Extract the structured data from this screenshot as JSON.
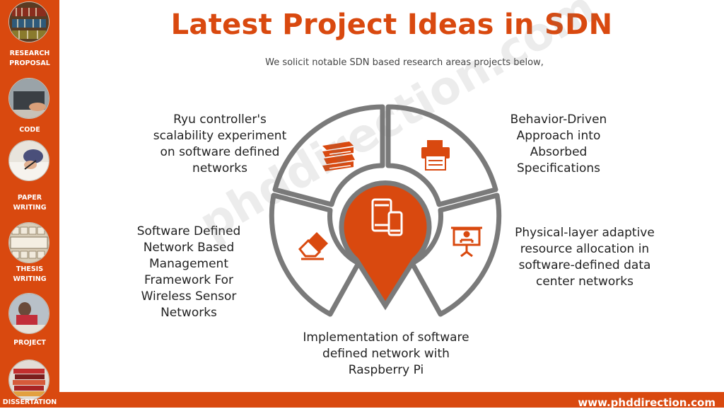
{
  "sidebar": {
    "items": [
      {
        "label": "RESEARCH\nPROPOSAL",
        "icon": "bookshelf-photo-icon"
      },
      {
        "label": "CODE",
        "icon": "laptop-hands-photo-icon"
      },
      {
        "label": "PAPER\nWRITING",
        "icon": "writing-hand-photo-icon"
      },
      {
        "label": "THESIS\nWRITING",
        "icon": "thesis-letters-photo-icon"
      },
      {
        "label": "PROJECT",
        "icon": "person-working-photo-icon"
      },
      {
        "label": "DISSERTATION",
        "icon": "book-stack-photo-icon"
      }
    ]
  },
  "header": {
    "title": "Latest Project Ideas in SDN",
    "subtitle": "We solicit notable SDN based research areas projects below,"
  },
  "projects": [
    {
      "text": "Ryu controller's scalability experiment on software defined networks",
      "icon": "books-icon"
    },
    {
      "text": "Behavior-Driven Approach into Absorbed Specifications",
      "icon": "printer-icon"
    },
    {
      "text": "Software Defined Network Based Management Framework For Wireless Sensor Networks",
      "icon": "eraser-icon"
    },
    {
      "text": "Physical-layer adaptive resource allocation in software-defined data center networks",
      "icon": "presentation-board-icon"
    },
    {
      "text": "Implementation of software defined network with Raspberry Pi",
      "icon": "devices-icon"
    }
  ],
  "watermark": "phddirection.com",
  "footer": {
    "url": "www.phddirection.com"
  },
  "colors": {
    "accent": "#d9490f",
    "ring": "#7a7a7a"
  }
}
